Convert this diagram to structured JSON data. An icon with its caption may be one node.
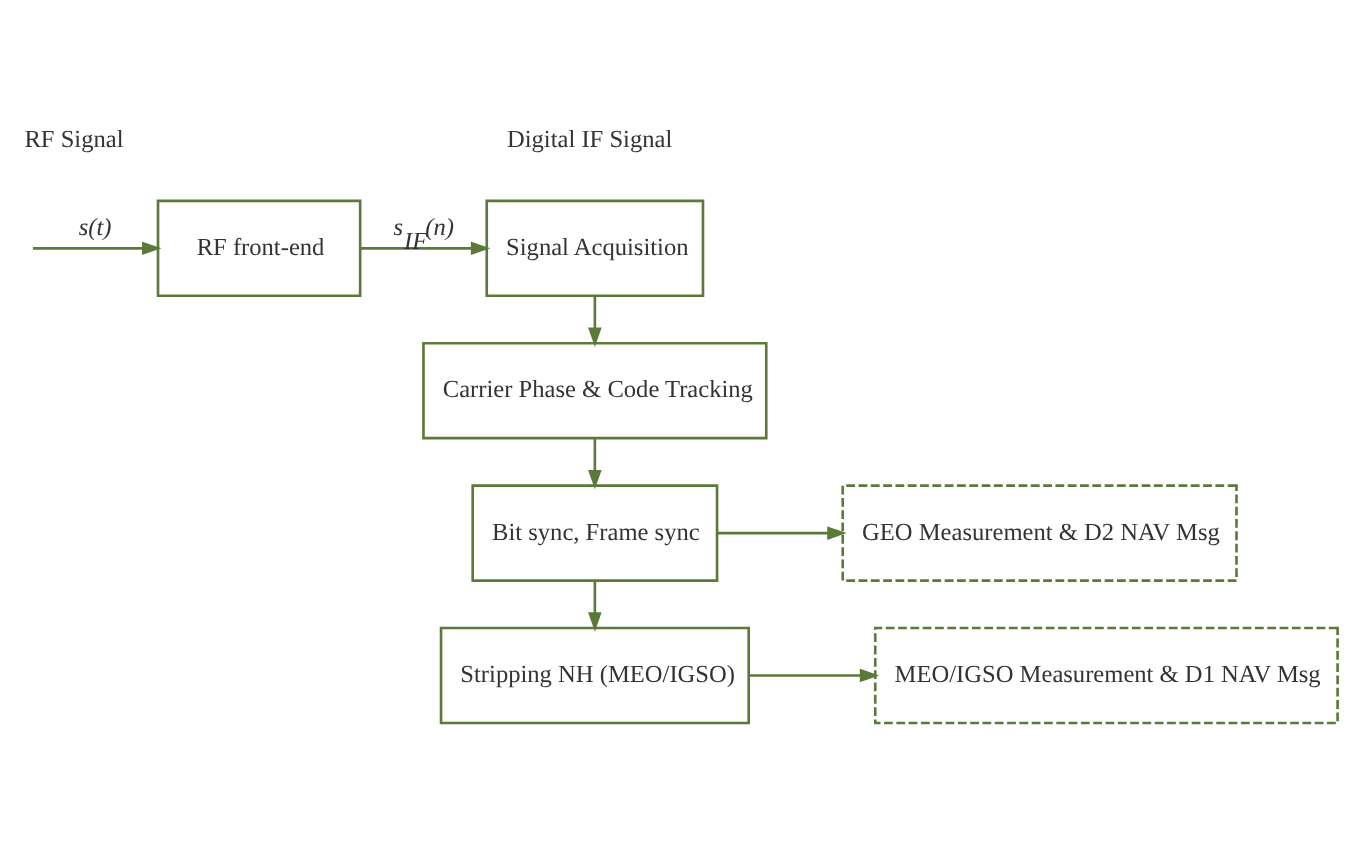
{
  "diagram": {
    "nodes": [
      {
        "text": [
          "RF front-end"
        ]
      },
      {
        "text": [
          "Signal Acquisition"
        ]
      },
      {
        "text": [
          "Carrier Phase & Code Tracking"
        ]
      },
      {
        "text": [
          "Bit sync, Frame sync"
        ]
      },
      {
        "text": [
          "GEO Measurement & D2 NAV Msg"
        ]
      },
      {
        "text": [
          "Stripping NH (MEO/IGSO)"
        ]
      },
      {
        "text": [
          "MEO/IGSO Measurement & D1 NAV Msg"
        ]
      }
    ],
    "edges": [
      {
        "from": null,
        "to": 0,
        "arrow": "to",
        "label": "s(t)"
      },
      {
        "from": 0,
        "to": 1,
        "arrow": "to",
        "label": "s$_{IF}$(n)"
      },
      {
        "from": 1,
        "to": 2,
        "arrow": "to"
      },
      {
        "from": 2,
        "to": 3,
        "arrow": "to"
      },
      {
        "from": 3,
        "to": 4,
        "arrow": "to"
      },
      {
        "from": 3,
        "to": 5,
        "arrow": "to"
      },
      {
        "from": 5,
        "to": 6,
        "arrow": "to"
      }
    ],
    "labels": [
      "RF Signal",
      "Digital IF Signal"
    ]
  }
}
